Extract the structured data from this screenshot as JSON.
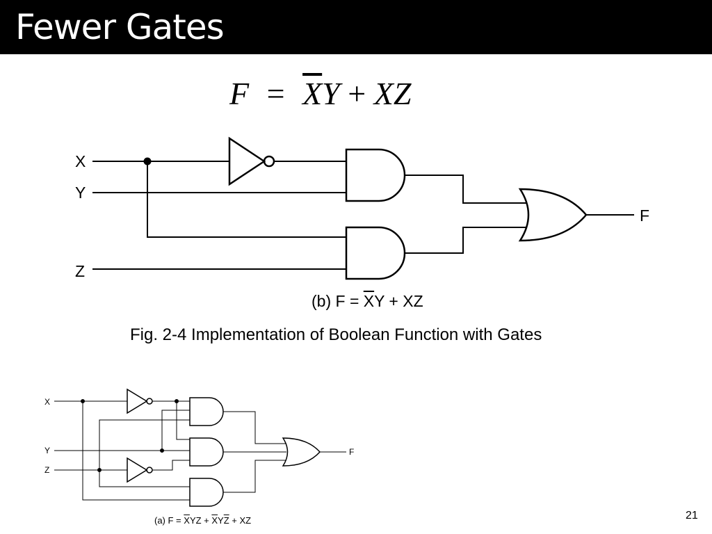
{
  "slide": {
    "title": "Fewer Gates",
    "page_number": "21"
  },
  "equation": {
    "lhs": "F",
    "eq": "=",
    "t1_bar": "X",
    "t1_rest": "Y",
    "plus": "+",
    "t2": "XZ"
  },
  "diagram_b": {
    "inputs": [
      "X",
      "Y",
      "Z"
    ],
    "output": "F",
    "caption_prefix": "(b)  F = ",
    "caption_bar": "X",
    "caption_rest": "Y + XZ"
  },
  "figure_caption": "Fig. 2-4  Implementation of Boolean Function with Gates",
  "diagram_a": {
    "inputs": [
      "X",
      "Y",
      "Z"
    ],
    "output": "F",
    "caption_prefix": "(a)  F = ",
    "caption_t1_bar": "X",
    "caption_t1_rest": "YZ + ",
    "caption_t2_bar": "X",
    "caption_t2_mid": "Y",
    "caption_t2_zbar": "Z",
    "caption_t3": " + XZ"
  }
}
